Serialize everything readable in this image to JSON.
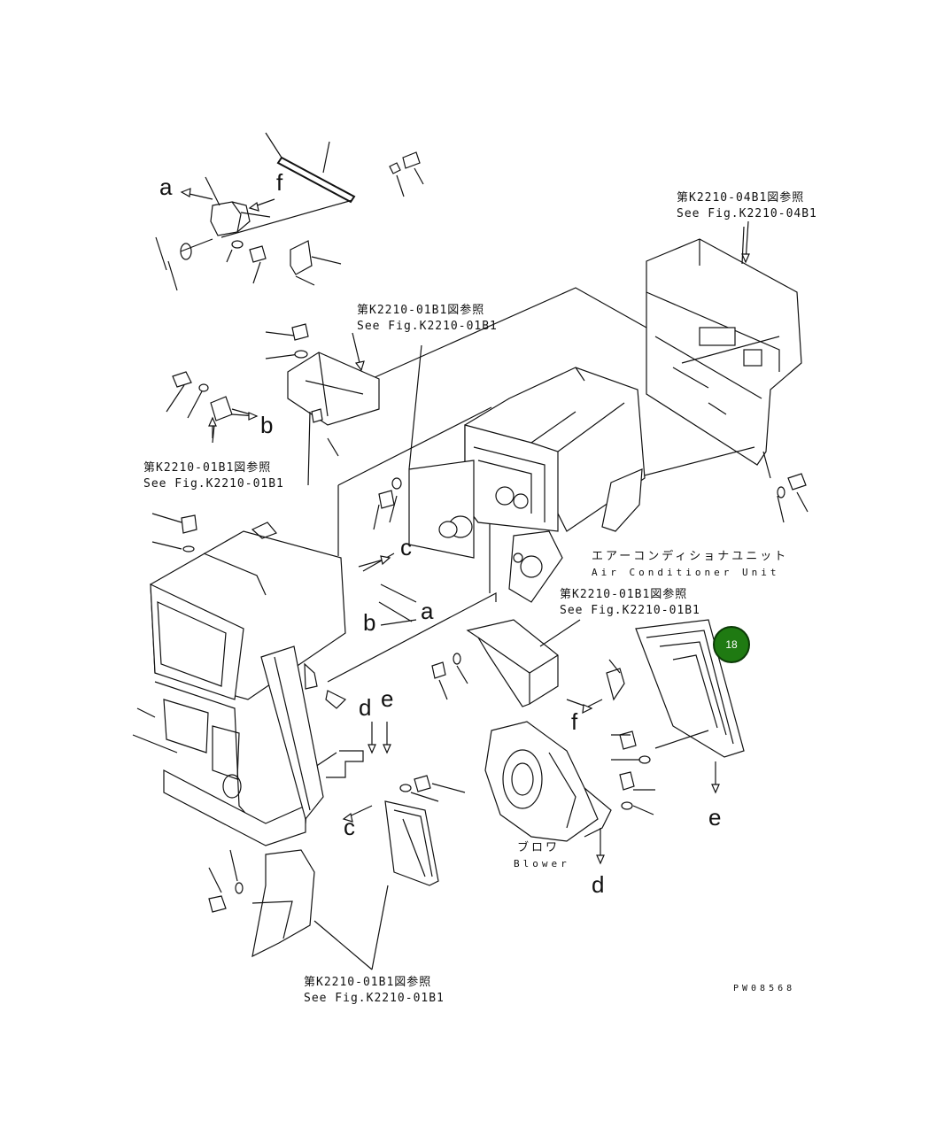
{
  "refs": {
    "top_right_jp": "第K2210-04B1図参照",
    "top_right_en": "See Fig.K2210-04B1",
    "upper_mid_jp": "第K2210-01B1図参照",
    "upper_mid_en": "See Fig.K2210-01B1",
    "left_jp": "第K2210-01B1図参照",
    "left_en": "See Fig.K2210-01B1",
    "mid_right_jp": "第K2210-01B1図参照",
    "mid_right_en": "See Fig.K2210-01B1",
    "bottom_jp": "第K2210-01B1図参照",
    "bottom_en": "See Fig.K2210-01B1"
  },
  "units": {
    "ac_jp": "エアーコンディショナユニット",
    "ac_en": "Air Conditioner Unit",
    "blower_jp": "ブロワ",
    "blower_en": "Blower"
  },
  "letters": {
    "a1": "a",
    "f1": "f",
    "b1": "b",
    "c1": "c",
    "a2": "a",
    "b2": "b",
    "d1": "d",
    "e1": "e",
    "f2": "f",
    "e2": "e",
    "c2": "c",
    "d2": "d"
  },
  "callout": {
    "number": "18",
    "color": "#1f7a12"
  },
  "drawing_code": "PW08568"
}
